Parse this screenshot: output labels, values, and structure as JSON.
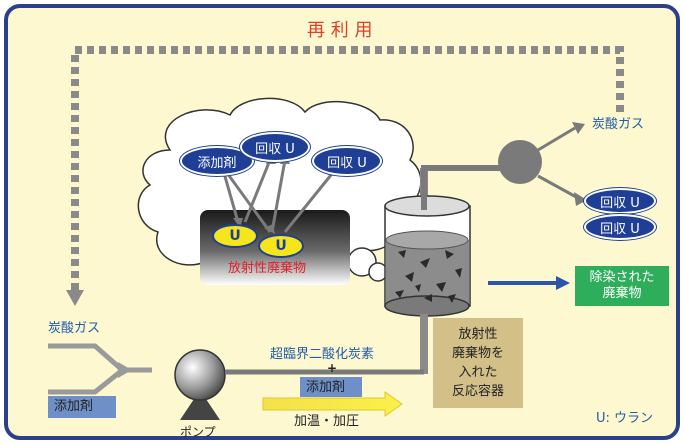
{
  "colors": {
    "background": "#fdf8cf",
    "frame": "#2b3f8c",
    "recycle_text": "#e0402a",
    "label_blue": "#1f5da8",
    "oval_fill": "#1f3f96",
    "uranium_fill": "#f5e61c",
    "waste_text": "#e0202a",
    "green_box": "#2eae5a",
    "tan_box": "#d2c088",
    "dotted_arrow": "#8a8a8a",
    "pipe": "#7a7a7a",
    "heat_arrow": "#f6e92a",
    "output_arrow": "#2a55a8"
  },
  "title": {
    "recycle": "再 利 用"
  },
  "inputs": {
    "co2_label": "炭酸ガス",
    "additive_label": "添加剤"
  },
  "pump": {
    "label": "ポンプ",
    "icon": "pump-icon"
  },
  "flow": {
    "supercritical_label": "超臨界二酸化炭素",
    "plus": "+",
    "additive_label": "添加剤",
    "heat_label": "加温・加圧"
  },
  "cloud": {
    "additive": "添加剤",
    "recovered_u_1": "回収 U",
    "recovered_u_2": "回収 U",
    "uranium_1": "U",
    "uranium_2": "U",
    "waste_label": "放射性廃棄物"
  },
  "reactor": {
    "box_label": [
      "放射性",
      "廃棄物を",
      "入れた",
      "反応容器"
    ]
  },
  "outputs": {
    "co2_gas": "炭酸ガス",
    "recovered_u_1": "回収 U",
    "recovered_u_2": "回収 U",
    "decontaminated": [
      "除染された",
      "廃棄物"
    ]
  },
  "legend": {
    "uranium": "U: ウラン"
  }
}
